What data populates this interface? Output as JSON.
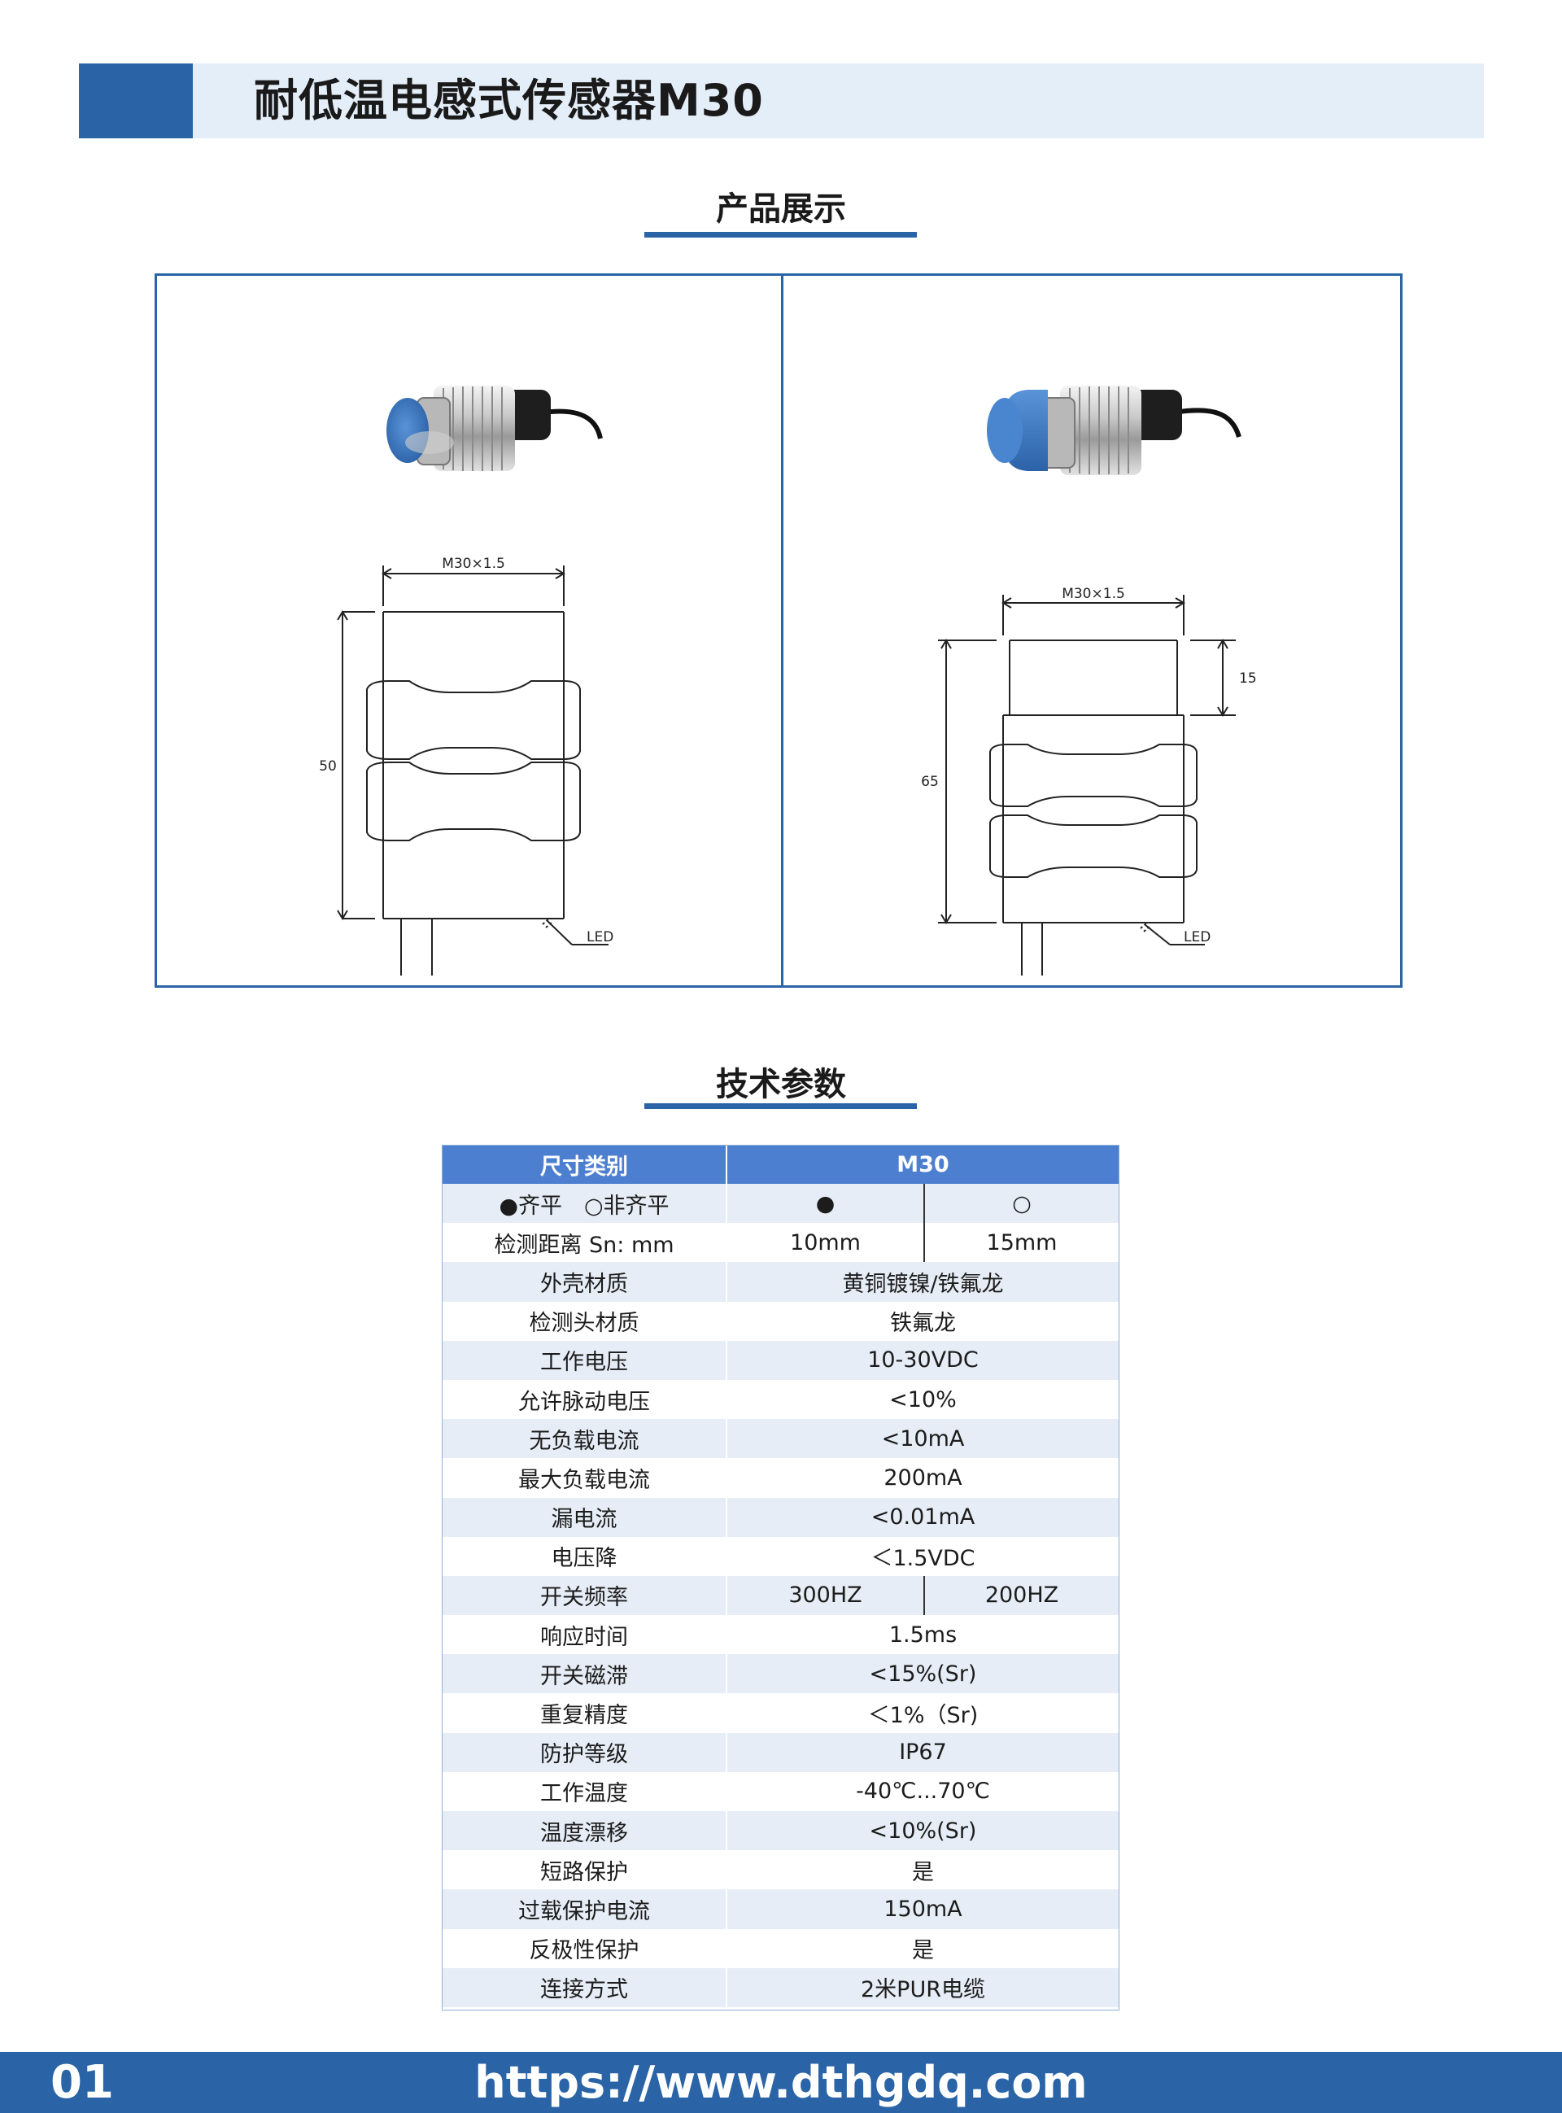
{
  "header": {
    "title": "耐低温电感式传感器M30"
  },
  "sections": {
    "product": "产品展示",
    "specs": "技术参数"
  },
  "drawings": {
    "left": {
      "thread": "M30×1.5",
      "length": "50",
      "led": "LED"
    },
    "right": {
      "thread": "M30×1.5",
      "length": "65",
      "head": "15",
      "led": "LED"
    }
  },
  "colors": {
    "accent": "#2a64a6",
    "table_header": "#4c7fd0",
    "row_alt": "#e6edf6",
    "header_band": "#e4eef8",
    "sensor_cap": "#3b78c4"
  },
  "table": {
    "header": {
      "label": "尺寸类别",
      "value": "M30"
    },
    "mount_row": {
      "label": "●齐平　○非齐平",
      "a": "●",
      "b": "○"
    },
    "sn_row": {
      "label": "检测距离 Sn: mm",
      "a": "10mm",
      "b": "15mm"
    },
    "rows": [
      {
        "label": "外壳材质",
        "value": "黄铜镀镍/铁氟龙"
      },
      {
        "label": "检测头材质",
        "value": "铁氟龙"
      },
      {
        "label": "工作电压",
        "value": "10-30VDC"
      },
      {
        "label": "允许脉动电压",
        "value": "<10%"
      },
      {
        "label": "无负载电流",
        "value": "<10mA"
      },
      {
        "label": "最大负载电流",
        "value": "200mA"
      },
      {
        "label": "漏电流",
        "value": "<0.01mA"
      },
      {
        "label": "电压降",
        "value": "＜1.5VDC"
      }
    ],
    "freq_row": {
      "label": "开关频率",
      "a": "300HZ",
      "b": "200HZ"
    },
    "rows2": [
      {
        "label": "响应时间",
        "value": "1.5ms"
      },
      {
        "label": "开关磁滞",
        "value": "<15%(Sr)"
      },
      {
        "label": "重复精度",
        "value": "＜1%（Sr)"
      },
      {
        "label": "防护等级",
        "value": "IP67"
      },
      {
        "label": "工作温度",
        "value": "-40℃...70℃"
      },
      {
        "label": "温度漂移",
        "value": "<10%(Sr)"
      },
      {
        "label": "短路保护",
        "value": "是"
      },
      {
        "label": "过载保护电流",
        "value": "150mA"
      },
      {
        "label": "反极性保护",
        "value": "是"
      },
      {
        "label": "连接方式",
        "value": "2米PUR电缆"
      }
    ]
  },
  "footer": {
    "page": "01",
    "url": "https://www.dthgdq.com"
  }
}
